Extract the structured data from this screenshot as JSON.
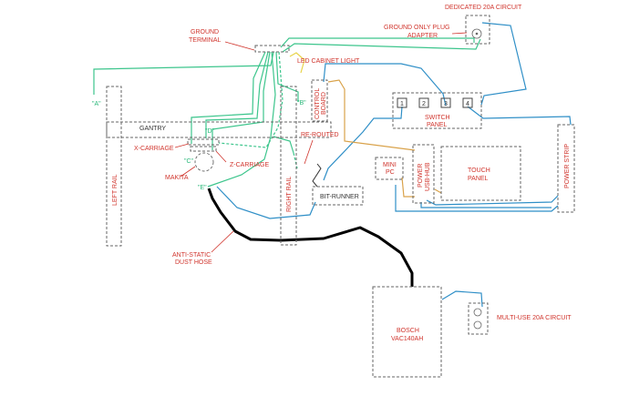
{
  "labels": {
    "dedicated_circuit": "DEDICATED 20A CIRCUIT",
    "ground_plug_1": "GROUND ONLY PLUG",
    "ground_plug_2": "ADAPTER",
    "ground_terminal_1": "GROUND",
    "ground_terminal_2": "TERMINAL",
    "led_light": "LED CABINET LIGHT",
    "control_board_1": "CONTROL",
    "control_board_2": "BOARD",
    "switch_panel_1": "SWITCH",
    "switch_panel_2": "PANEL",
    "switch_1": "1",
    "switch_2": "2",
    "switch_3": "3",
    "switch_4": "4",
    "power_strip": "POWER STRIP",
    "gantry": "GANTRY",
    "re_routed": "RE-ROUTED",
    "x_carriage": "X-CARRIAGE",
    "z_carriage": "Z-CARRIAGE",
    "makita": "MAKITA",
    "mini_pc_1": "MINI",
    "mini_pc_2": "PC",
    "usb_hub_1": "POWER",
    "usb_hub_2": "USB-HUB",
    "touch_panel_1": "TOUCH",
    "touch_panel_2": "PANEL",
    "bit_runner": "BIT-RUNNER",
    "left_rail": "LEFT RAIL",
    "right_rail": "RIGHT RAIL",
    "dust_hose_1": "ANTI-STATIC",
    "dust_hose_2": "DUST HOSE",
    "bosch_1": "BOSCH",
    "bosch_2": "VAC140AH",
    "multi_circuit": "MULTI-USE 20A CIRCUIT",
    "point_a": "\"A\"",
    "point_b": "\"B\"",
    "point_c": "\"C\"",
    "point_d": "\"D\"",
    "point_e": "\"E\""
  },
  "colors": {
    "label": "#d0342c",
    "ground_wire": "#3cc58c",
    "power_wire": "#2f8fc7",
    "usb_wire": "#d9a24a",
    "hose": "#000000"
  }
}
